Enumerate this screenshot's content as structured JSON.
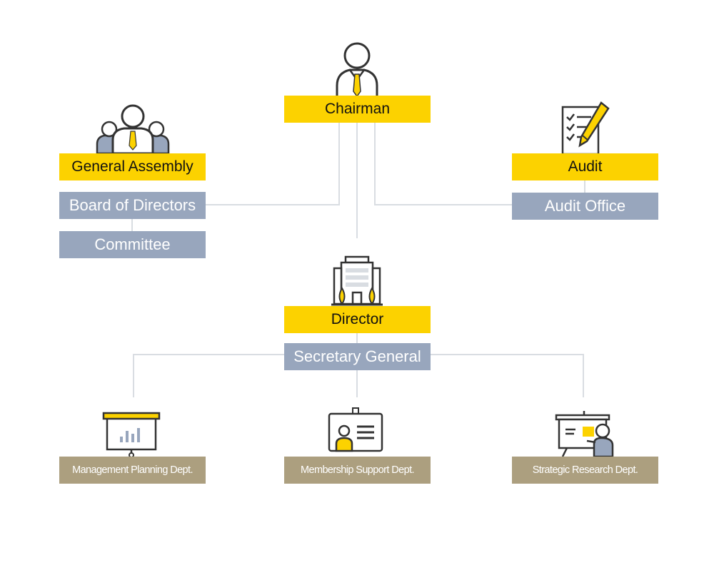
{
  "nodes": {
    "chairman": "Chairman",
    "general_assembly": "General Assembly",
    "board_of_directors": "Board of Directors",
    "committee": "Committee",
    "audit": "Audit",
    "audit_office": "Audit Office",
    "director": "Director",
    "secretary_general": "Secretary General"
  },
  "departments": {
    "management_planning": "Management Planning Dept.",
    "membership_support": "Membership Support Dept.",
    "strategic_research": "Strategic Research Dept."
  },
  "colors": {
    "primary": "#fcd200",
    "secondary": "#98a6bd",
    "department": "#ac9f7f",
    "connector": "#d9dde2",
    "outline": "#333333"
  },
  "icons": {
    "chairman": "person-with-tie-icon",
    "general_assembly": "group-icon",
    "audit": "checklist-pencil-icon",
    "director": "building-icon",
    "management_planning": "presentation-board-icon",
    "membership_support": "id-card-icon",
    "strategic_research": "presenter-icon"
  }
}
